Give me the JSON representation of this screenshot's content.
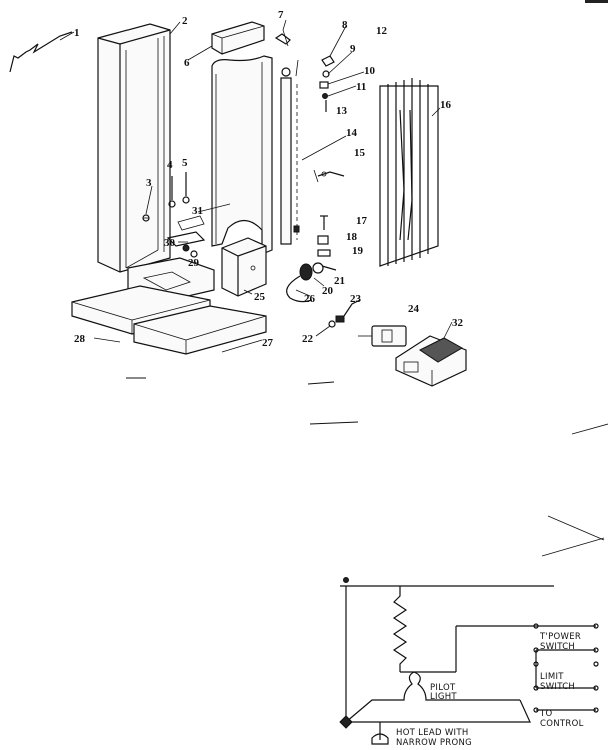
{
  "callouts": [
    "1",
    "2",
    "3",
    "4",
    "5",
    "6",
    "7",
    "8",
    "9",
    "10",
    "11",
    "12",
    "13",
    "14",
    "15",
    "16",
    "17",
    "18",
    "19",
    "20",
    "21",
    "22",
    "23",
    "24",
    "25",
    "26",
    "27",
    "28",
    "29",
    "30",
    "31",
    "32"
  ],
  "wiring": {
    "switch_label_1a": "T'POWER",
    "switch_label_1b": "SWITCH",
    "switch_label_2a": "LIMIT",
    "switch_label_2b": "SWITCH",
    "switch_label_3a": "TO",
    "switch_label_3b": "CONTROL",
    "pilot_label_a": "PILOT",
    "pilot_label_b": "LIGHT",
    "plug_label_a": "HOT LEAD WITH",
    "plug_label_b": "NARROW PRONG"
  }
}
